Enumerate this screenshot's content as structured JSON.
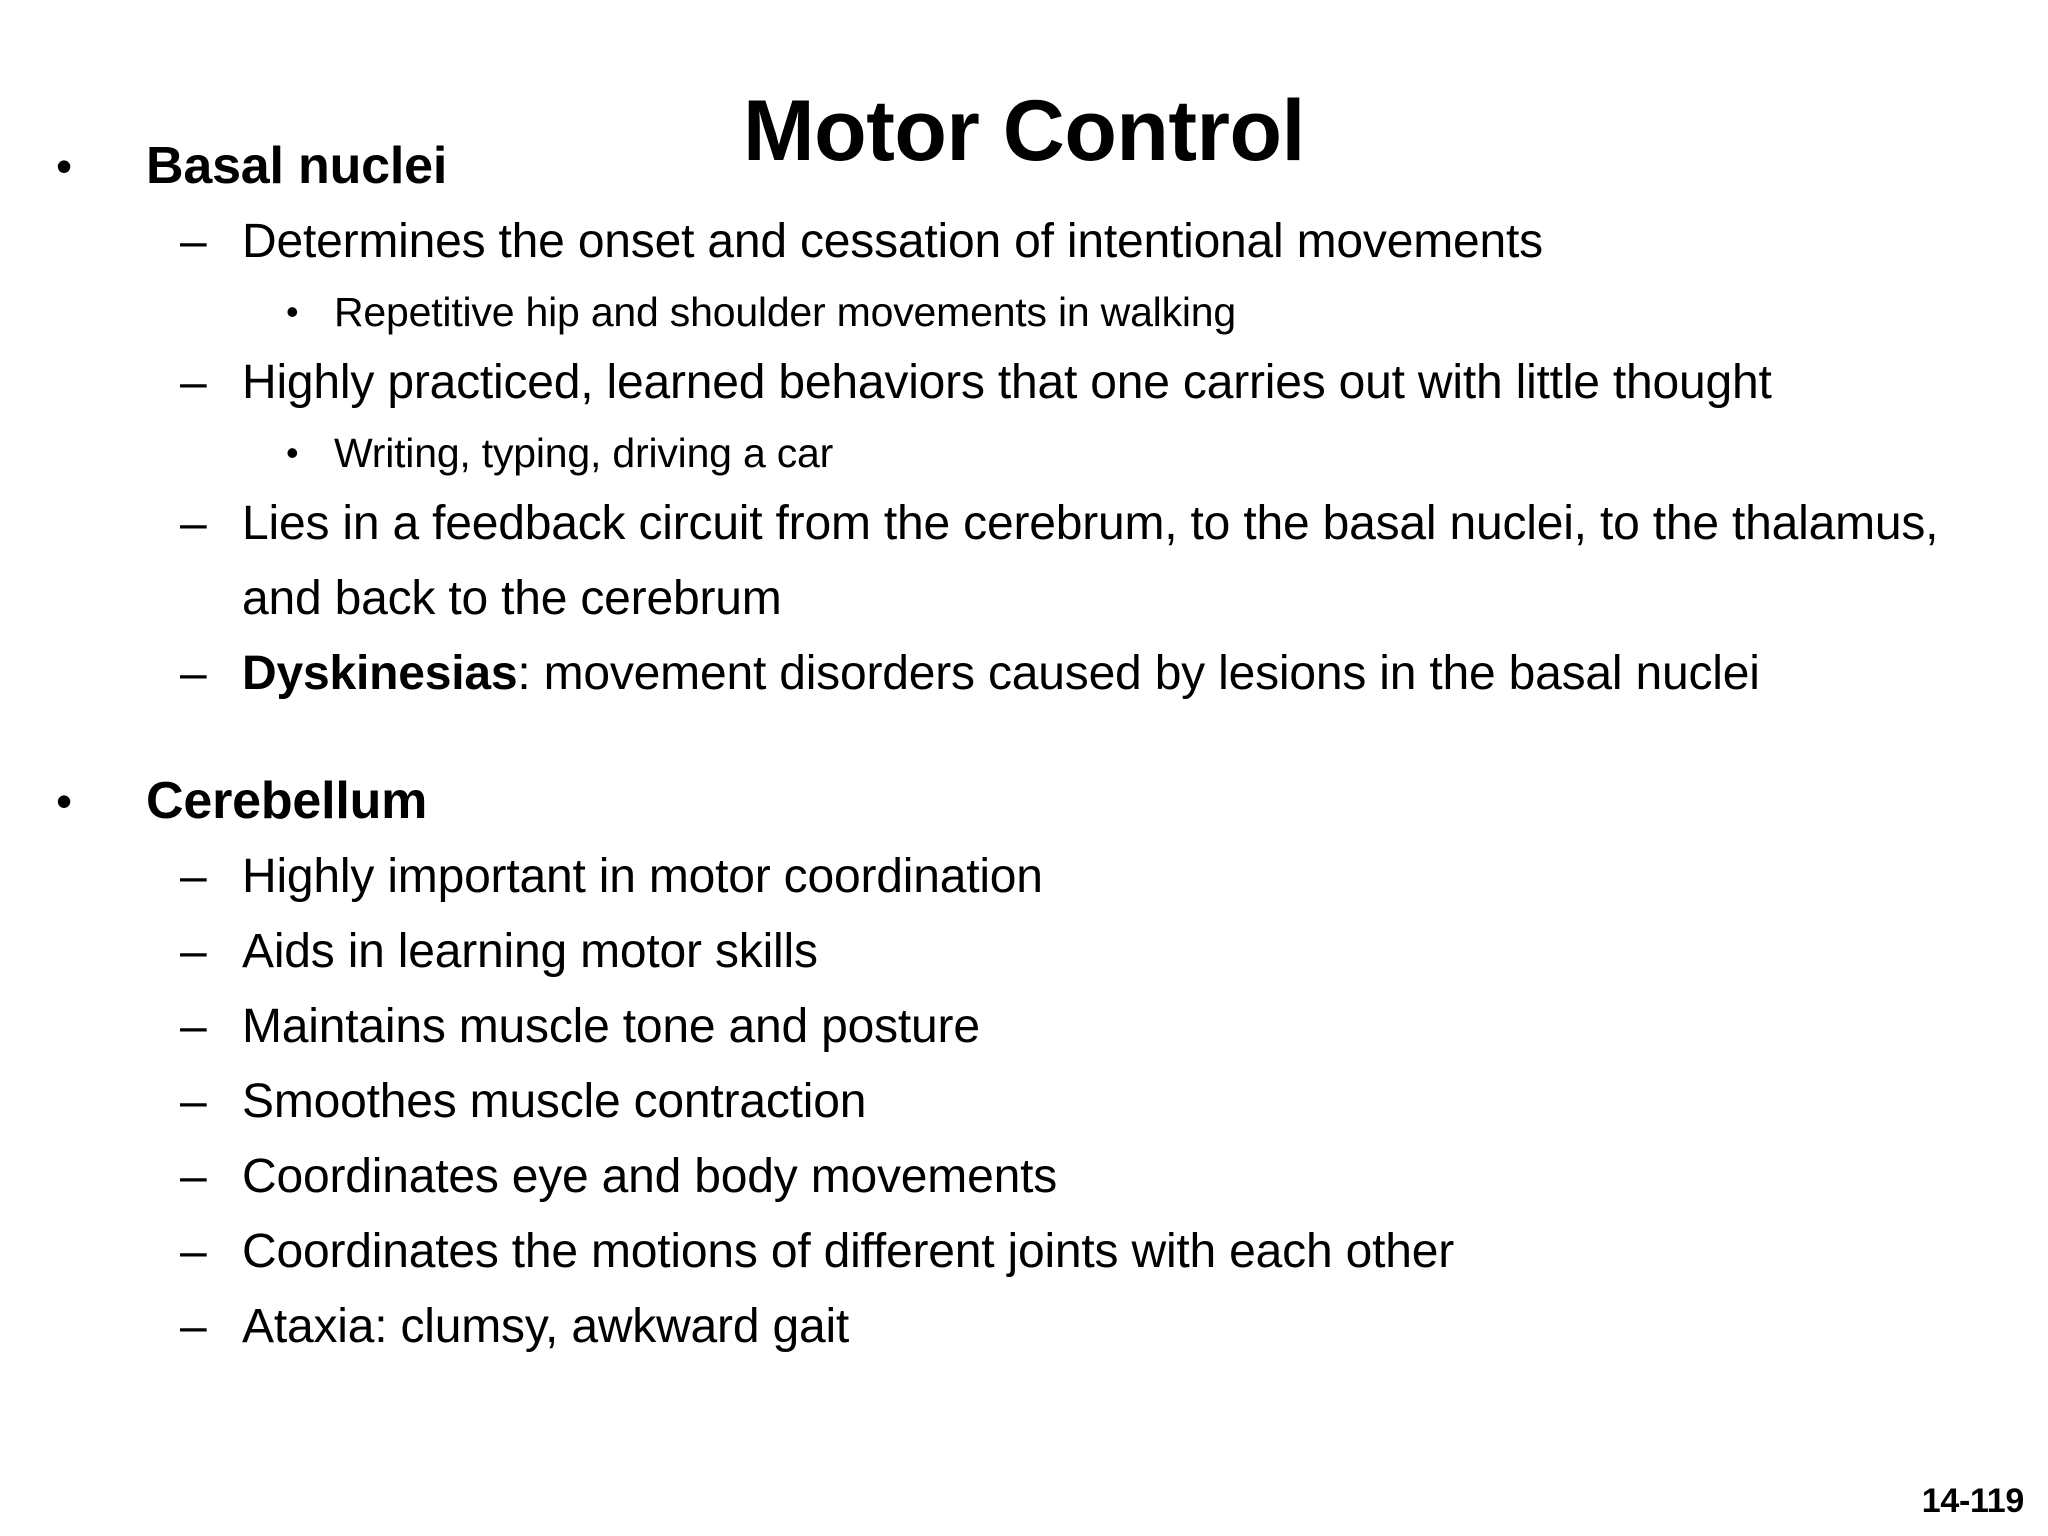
{
  "slide": {
    "title": "Motor Control",
    "page_number": "14-119",
    "markers": {
      "level1_bullet": "•",
      "level2_dash": "–",
      "level3_bullet": "•"
    },
    "sections": [
      {
        "heading": "Basal nuclei",
        "items": [
          {
            "level": 2,
            "text": "Determines the onset and cessation of intentional movements"
          },
          {
            "level": 3,
            "text": "Repetitive hip and shoulder movements in walking"
          },
          {
            "level": 2,
            "text": "Highly practiced, learned behaviors that one carries out with little thought"
          },
          {
            "level": 3,
            "text": "Writing, typing, driving a car"
          },
          {
            "level": 2,
            "text": "Lies in a feedback circuit from the cerebrum, to the basal nuclei, to the thalamus, and back to the cerebrum"
          },
          {
            "level": 2,
            "bold_lead": "Dyskinesias",
            "text": ": movement disorders caused by lesions in the basal nuclei"
          }
        ]
      },
      {
        "heading": "Cerebellum",
        "items": [
          {
            "level": 2,
            "text": "Highly important in motor coordination"
          },
          {
            "level": 2,
            "text": "Aids in learning motor skills"
          },
          {
            "level": 2,
            "text": "Maintains muscle tone and posture"
          },
          {
            "level": 2,
            "text": "Smoothes muscle contraction"
          },
          {
            "level": 2,
            "text": "Coordinates eye and body movements"
          },
          {
            "level": 2,
            "text": "Coordinates the motions of different joints with each other"
          },
          {
            "level": 2,
            "text": "Ataxia: clumsy, awkward gait"
          }
        ]
      }
    ]
  },
  "colors": {
    "background": "#ffffff",
    "text": "#000000"
  }
}
